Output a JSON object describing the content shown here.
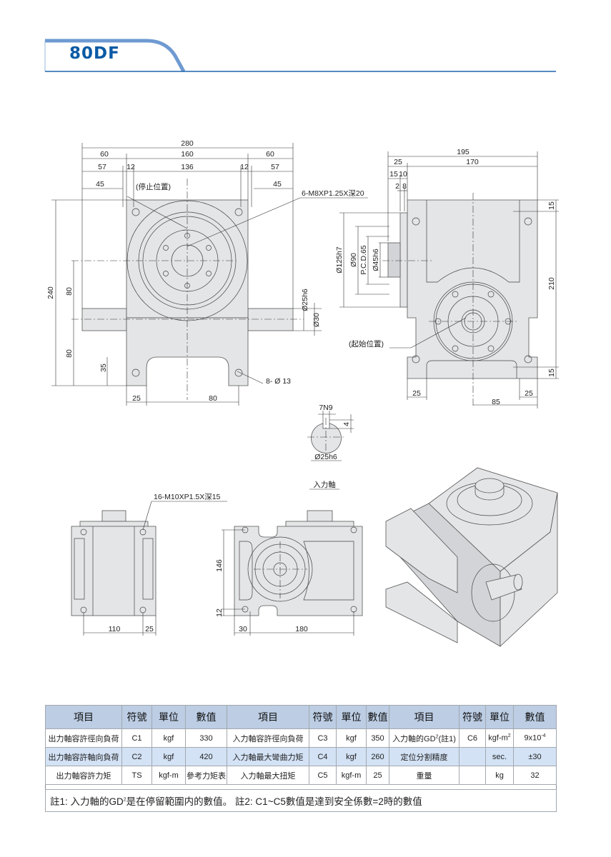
{
  "header": {
    "title": "80DF",
    "accent": "#0a5aa5",
    "tab_color": "#6f9ad2"
  },
  "front_view": {
    "d_280": "280",
    "d_60a": "60",
    "d_160": "160",
    "d_60b": "60",
    "d_57a": "57",
    "d_12a": "12",
    "d_136": "136",
    "d_12b": "12",
    "d_57b": "57",
    "d_45a": "45",
    "d_45b": "45",
    "stop_position": "(停止位置)",
    "tap_note": "6-M8XP1.25X深20",
    "d_240": "240",
    "d_80a": "80",
    "d_80b": "80",
    "d_35": "35",
    "d_25h6": "Ø25h6",
    "d_30": "Ø30",
    "holes": "8- Ø 13",
    "d_25": "25",
    "d_80c": "80"
  },
  "side_view": {
    "d_195": "195",
    "d_25": "25",
    "d_170": "170",
    "d_15": "15",
    "d_10": "10",
    "d_2": "2",
    "d_8": "8",
    "d_125h7": "Ø125h7",
    "d_90": "Ø90",
    "d_pcd": "P.C.D.65",
    "d_45h6": "Ø45h6",
    "start_position": "(起始位置)",
    "d_15a": "15",
    "d_210": "210",
    "d_15b": "15",
    "d_25a": "25",
    "d_25b": "25",
    "d_85": "85"
  },
  "shaft_section": {
    "key": "7N9",
    "depth": "4",
    "dia": "Ø25h6",
    "label": "入力軸"
  },
  "bottom_views": {
    "tap_note": "16-M10XP1.5X深15",
    "d_110": "110",
    "d_25": "25",
    "d_146": "146",
    "d_12": "12",
    "d_30": "30",
    "d_180": "180"
  },
  "table": {
    "headers": [
      "項目",
      "符號",
      "單位",
      "數值",
      "項目",
      "符號",
      "單位",
      "數值",
      "項目",
      "符號",
      "單位",
      "數值"
    ],
    "rows": [
      [
        "出力軸容許徑向負荷",
        "C1",
        "kgf",
        "330",
        "入力軸容許徑向負荷",
        "C3",
        "kgf",
        "350",
        "入力軸的GD",
        "C6",
        "kgf-m",
        "9x10"
      ],
      [
        "出力軸容許軸向負荷",
        "C2",
        "kgf",
        "420",
        "入力軸最大彎曲力矩",
        "C4",
        "kgf",
        "260",
        "定位分割精度",
        "",
        "sec.",
        "±30"
      ],
      [
        "出力軸容許力矩",
        "TS",
        "kgf-m",
        "參考力矩表",
        "入力軸最大扭矩",
        "C5",
        "kgf-m",
        "25",
        "重量",
        "",
        "kg",
        "32"
      ]
    ],
    "sup": {
      "gd": "2",
      "gd_tail": "(註1)",
      "m2": "2",
      "exp": "-4"
    },
    "note_a": "註1: 入力軸的GD",
    "note_sup": "2",
    "note_b": "是在停留範圍内的數值。 註2: C1~C5數值是達到安全係數=2時的數值"
  }
}
